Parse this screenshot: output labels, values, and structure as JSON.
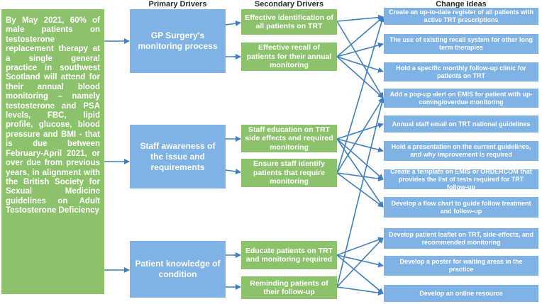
{
  "headers": {
    "primary": "Primary Drivers",
    "secondary": "Secondary Drivers",
    "change": "Change Ideas"
  },
  "aim": "By May 2021, 60% of male patients on testosterone replacement therapy at a single general practice in southwest Scotland will attend for their annual blood monitoring – namely testosterone and PSA levels, FBC, lipid profile, glucose, blood pressure and BMI - that is due between February-April 2021, or over due from previous years, in alignment with the British Society for Sexual Medicine guidelines on Adult Testosterone Deficiency",
  "primary_drivers": [
    "GP Surgery's monitoring process",
    "Staff awareness of the issue and requirements",
    "Patient knowledge of condition"
  ],
  "secondary_drivers": [
    "Effective identification of all patients on TRT",
    "Effective recall of patients for their annual monitoring",
    "Staff education on TRT side effects and required monitoring",
    "Ensure staff identify patients that require monitoring",
    "Educate patients on TRT and monitoring required",
    "Reminding patients of their follow-up"
  ],
  "change_ideas": [
    "Create an up-to-date register of all patients with active TRT prescriptions",
    "The use of existing recall system for other long term therapies",
    "Hold a specific monthly follow-up clinic for patients on TRT",
    "Add a pop-up alert on EMIS for patient with up-coming/overdue monitoring",
    "Annual staff email on TRT national guidelines",
    "Hold a presentation on the current guidelines, and why improvement is required",
    "Create a template on EMIS or ORDERCOM that provides the list of tests required for TRT follow-up",
    "Develop a flow chart to guide follow treatment and follow-up",
    "Develop patient leaflet on TRT, side-effects, and recommended monitoring",
    "Develop a poster for waiting areas in the practice",
    "Develop an online resource"
  ],
  "colors": {
    "green": "#8cc26b",
    "blue": "#7fb2e5",
    "line": "#3d7fc1"
  }
}
